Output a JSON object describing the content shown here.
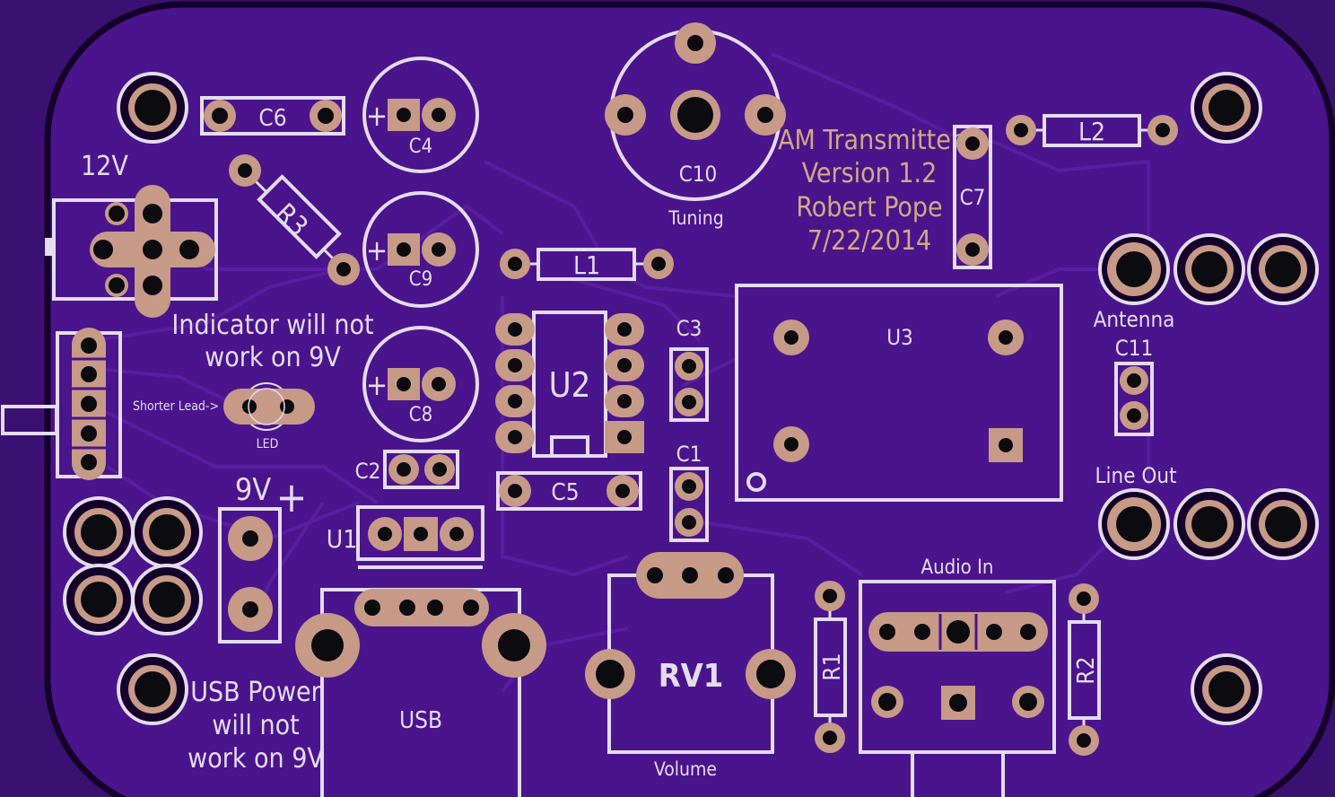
{
  "board": {
    "colors": {
      "background": "#3b1073",
      "board": "#4a148c",
      "outline": "#140028",
      "trace": "#5a1fa3",
      "silk": "#e4dcef",
      "pad": "#c79a87",
      "hole": "#0b0b10",
      "title": "#d2a984"
    },
    "title": {
      "line1": "AM Transmitter",
      "line2": "Version 1.2",
      "line3": "Robert Pope",
      "line4": "7/22/2014"
    },
    "labels": {
      "v12": "12V",
      "v9": "9V",
      "plus": "+",
      "indicator1": "Indicator will not",
      "indicator2": "work on 9V",
      "shorter": "Shorter Lead->",
      "led": "LED",
      "usb1": "USB Power",
      "usb2": "will not",
      "usb3": "work on 9V",
      "usb": "USB",
      "tuning": "Tuning",
      "volume": "Volume",
      "antenna": "Antenna",
      "lineout": "Line Out",
      "audioin": "Audio In"
    },
    "refdes": {
      "C1": "C1",
      "C2": "C2",
      "C3": "C3",
      "C4": "C4",
      "C5": "C5",
      "C6": "C6",
      "C7": "C7",
      "C8": "C8",
      "C9": "C9",
      "C10": "C10",
      "C11": "C11",
      "L1": "L1",
      "L2": "L2",
      "R1": "R1",
      "R2": "R2",
      "R3": "R3",
      "U1": "U1",
      "U2": "U2",
      "U3": "U3",
      "RV1": "RV1",
      "plus_c4": "+",
      "plus_c9": "+",
      "plus_c8": "+"
    }
  }
}
